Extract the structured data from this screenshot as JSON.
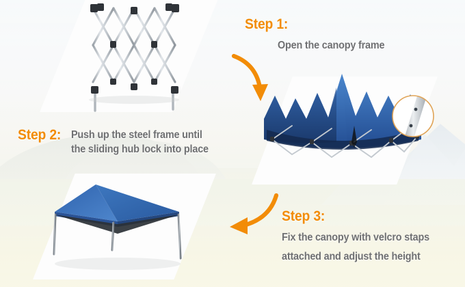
{
  "colors": {
    "accent_orange": "#f28c07",
    "body_gray": "#6f7072",
    "panel_white": "#fdfdfd",
    "canopy_blue": "#2f63ae",
    "canopy_blue_light": "#3f7fc8",
    "canopy_blue_dark": "#1d3f78",
    "frame_silver": "#b9bec4",
    "frame_joint_dark": "#2f3338"
  },
  "steps": [
    {
      "id": "step-1",
      "label": "Step 1:",
      "body_lines": [
        "Open the canopy frame"
      ]
    },
    {
      "id": "step-2",
      "label": "Step 2:",
      "body_lines": [
        "Push up the steel frame until",
        "the sliding hub lock into place"
      ]
    },
    {
      "id": "step-3",
      "label": "Step 3:",
      "body_lines": [
        "Fix the canopy with velcro staps",
        "attached and adjust the height"
      ]
    }
  ],
  "panels": [
    {
      "id": "panel-frame",
      "name": "folded-canopy-frame-photo",
      "subject": "collapsed scissor steel frame standing on white backdrop"
    },
    {
      "id": "panel-half",
      "name": "partially-raised-canopy-photo",
      "subject": "blue canopy fabric draped over partially expanded frame",
      "callout": {
        "name": "leg-detail-magnifier",
        "subject": "close-up of telescoping leg pin holes"
      }
    },
    {
      "id": "panel-full",
      "name": "assembled-canopy-photo",
      "subject": "fully erected blue pop-up canopy tent"
    }
  ],
  "arrows": [
    {
      "id": "arrow-1",
      "name": "arrow-step1-to-panel",
      "direction": "down-right"
    },
    {
      "id": "arrow-2",
      "name": "arrow-step3-to-panel",
      "direction": "down-left"
    }
  ],
  "background": {
    "scene": "faded landscape with hills, mountains and sandy field"
  }
}
